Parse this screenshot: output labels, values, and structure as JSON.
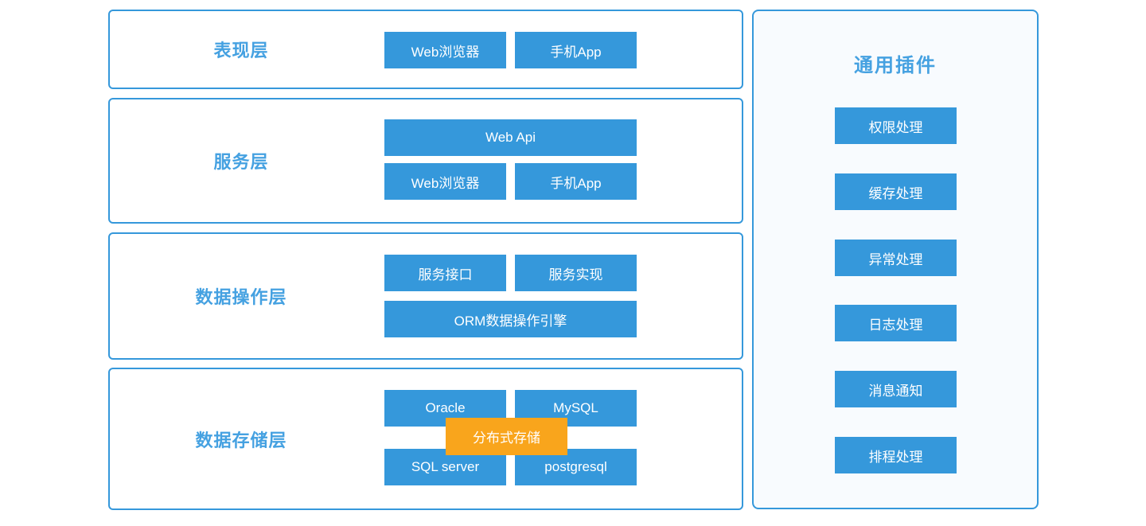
{
  "colors": {
    "node_blue": "#3598DB",
    "label_blue": "#45A1E1",
    "overlay_orange": "#F9A51C",
    "panel_background": "#F8FBFE",
    "node_text": "#FFFFFF",
    "page_background": "#FFFFFF"
  },
  "layers": [
    {
      "label": "表现层",
      "rows": [
        {
          "buttons": [
            {
              "label": "Web浏览器"
            },
            {
              "label": "手机App"
            }
          ]
        }
      ]
    },
    {
      "label": "服务层",
      "rows": [
        {
          "buttons": [
            {
              "label": "Web Api"
            }
          ]
        },
        {
          "buttons": [
            {
              "label": "Web浏览器"
            },
            {
              "label": "手机App"
            }
          ]
        }
      ]
    },
    {
      "label": "数据操作层",
      "rows": [
        {
          "buttons": [
            {
              "label": "服务接口"
            },
            {
              "label": "服务实现"
            }
          ]
        },
        {
          "buttons": [
            {
              "label": "ORM数据操作引擎"
            }
          ]
        }
      ]
    },
    {
      "label": "数据存储层",
      "rows": [
        {
          "buttons": [
            {
              "label": "Oracle"
            },
            {
              "label": "MySQL"
            }
          ]
        },
        {
          "buttons": [
            {
              "label": "SQL server"
            },
            {
              "label": "postgresql"
            }
          ]
        }
      ],
      "overlay": {
        "label": "分布式存储"
      }
    }
  ],
  "plugins_panel": {
    "title": "通用插件",
    "items": [
      "权限处理",
      "缓存处理",
      "异常处理",
      "日志处理",
      "消息通知",
      "排程处理"
    ]
  }
}
